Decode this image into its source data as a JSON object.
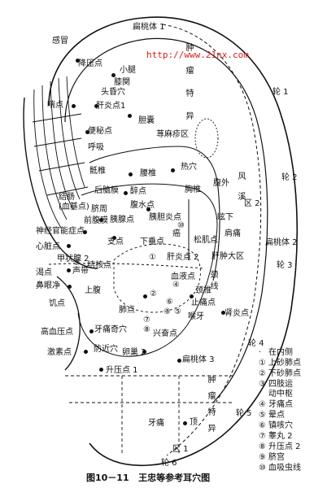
{
  "watermark_url": "http://www.21nx.com",
  "caption": "图10－11   王忠等参考耳穴图",
  "labels": {
    "bian_tao_ti_1": "扁桃体 1",
    "gan_mao": "感冒",
    "jiang_ya_dian": "降压点",
    "xiao_tui": "小腿",
    "xi_guan": "膝関",
    "tou_yun_xue": "头昏穴",
    "chuan_dian": "喘点",
    "gan_yan_dian_1": "肝炎点1",
    "bian_mi_dian": "便秘点",
    "hu_xi": "呼吸",
    "dan_nang": "胆囊",
    "xun_ma_zhen_qu": "荨麻疹区",
    "di_zhui": "骶椎",
    "yao_zhui": "腰椎",
    "re_xue": "热穴",
    "hou_nao_mo": "后脑膜",
    "zui_dian": "醉点",
    "jie_chang_xue_ji": "结肠\n(血基点)",
    "qi_zhou": "脐周",
    "fu_shui_dian": "腹水点",
    "yi_xian_dian": "胰腺点",
    "yi_dan_yan_dian": "胰胆炎点",
    "qian_nao_mo": "前腹膜",
    "xiong_zhui": "胸椎",
    "fu_wai": "腹外",
    "shen_jing_guan_neng_zheng_dian": "神经官能症点",
    "zhi_dian": "支点",
    "xia_chui_dian": "下垂点",
    "ai": "癌",
    "song_ji_dian": "松肌点",
    "zhe_xia": "眩下",
    "jian_tong": "肩痛",
    "xin_zang_dian": "心脏点",
    "jia_zhuang_xian_2": "甲状腺 2",
    "gan_yan_dian_2": "肝炎点 2",
    "gan_zhong_da_qu": "肝肿大区",
    "ke_chuan_dian": "渴点",
    "jie_he_dian": "结核点",
    "sheng_dai": "声带",
    "bi_yan_jing": "鼻眼净",
    "xue_ye_dian": "血液点",
    "jing_zhui": "颈椎",
    "shang_fu": "上腹",
    "ji_dian": "饥点",
    "fei_dian": "肺点",
    "zhi_tong_dian": "止痛点",
    "hou_ya": "喉牙",
    "shen_yan_dian": "肾炎点",
    "gao_xue_ya_dian": "高血压点",
    "ya_tong_qi_xue": "牙痛奇穴",
    "xing_fen_dian": "兴奋点",
    "ji_su_dian": "激素点",
    "fang_ai_xue": "防近穴",
    "luan_chao_2": "卵巢 2",
    "bian_tao_ti_3": "扁桃体 3",
    "sheng_ya_dian_1": "升压点 1",
    "ya_tong": "牙痛",
    "ding": "顶",
    "lun_1": "轮 1",
    "lun_2": "轮 2",
    "lun_3": "轮 3",
    "lun_4": "轮 4",
    "lun_5": "轮 5",
    "lun_6": "轮 6",
    "bian_tao_ti_2": "扁桃体 2",
    "qu_2": "区 2",
    "qu_1": "区 1",
    "top_vertical": "肿\n瘤\n特\n异",
    "right_vertical": "风\n溪",
    "bottom_vertical": "肿\n瘤\n特\n异",
    "gan_yan_xian": "颈\n线"
  },
  "legend": {
    "items": [
      {
        "marker": "·",
        "text": "在内侧"
      },
      {
        "marker": "①",
        "text": "上砂肺点"
      },
      {
        "marker": "②",
        "text": "下砂肺点"
      },
      {
        "marker": "③",
        "text": "四肢运\n动中枢"
      },
      {
        "marker": "④",
        "text": "牙痛点"
      },
      {
        "marker": "⑤",
        "text": "晕点"
      },
      {
        "marker": "⑥",
        "text": "镇咳穴"
      },
      {
        "marker": "⑦",
        "text": "睾丸 2"
      },
      {
        "marker": "⑧",
        "text": "升压点 2"
      },
      {
        "marker": "⑨",
        "text": "脐宫"
      },
      {
        "marker": "⑩",
        "text": "血吸虫线"
      }
    ]
  },
  "in_figure_markers": [
    "⑩",
    "⑨",
    "①",
    "②",
    "③",
    "④",
    "⑤",
    "⑥",
    "⑦",
    "⑧"
  ]
}
